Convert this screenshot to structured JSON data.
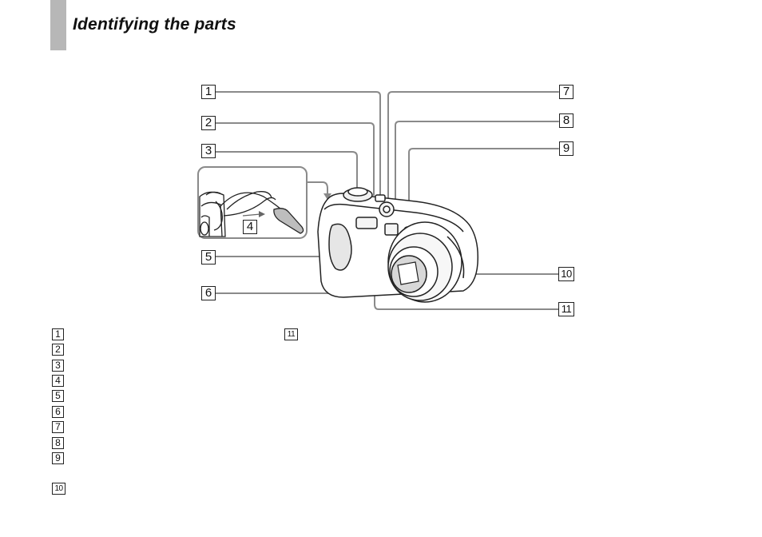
{
  "page": {
    "title": "Identifying the parts"
  },
  "figure": {
    "callouts": [
      "1",
      "2",
      "3",
      "4",
      "5",
      "6",
      "7",
      "8",
      "9",
      "10",
      "11"
    ]
  },
  "legend": {
    "items": [
      "1",
      "2",
      "3",
      "4",
      "5",
      "6",
      "7",
      "8",
      "9",
      "10",
      "11"
    ]
  }
}
